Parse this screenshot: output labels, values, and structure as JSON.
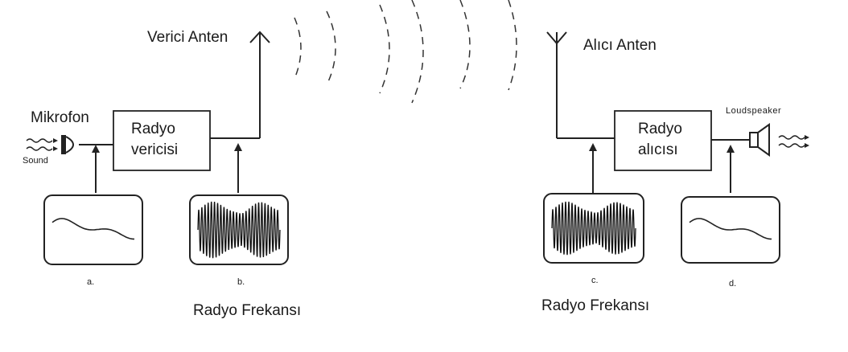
{
  "labels": {
    "transmit_antenna": "Verici Anten",
    "receive_antenna": "Alıcı Anten",
    "microphone": "Mikrofon",
    "sound_in": "Sound",
    "loudspeaker": "Loudspeaker",
    "transmitter_line1": "Radyo",
    "transmitter_line2": "vericisi",
    "receiver_line1": "Radyo",
    "receiver_line2": "alıcısı",
    "rf_left": "Radyo Frekansı",
    "rf_right": "Radyo Frekansı",
    "scope_a": "a.",
    "scope_b": "b.",
    "scope_c": "c.",
    "scope_d": "d."
  }
}
